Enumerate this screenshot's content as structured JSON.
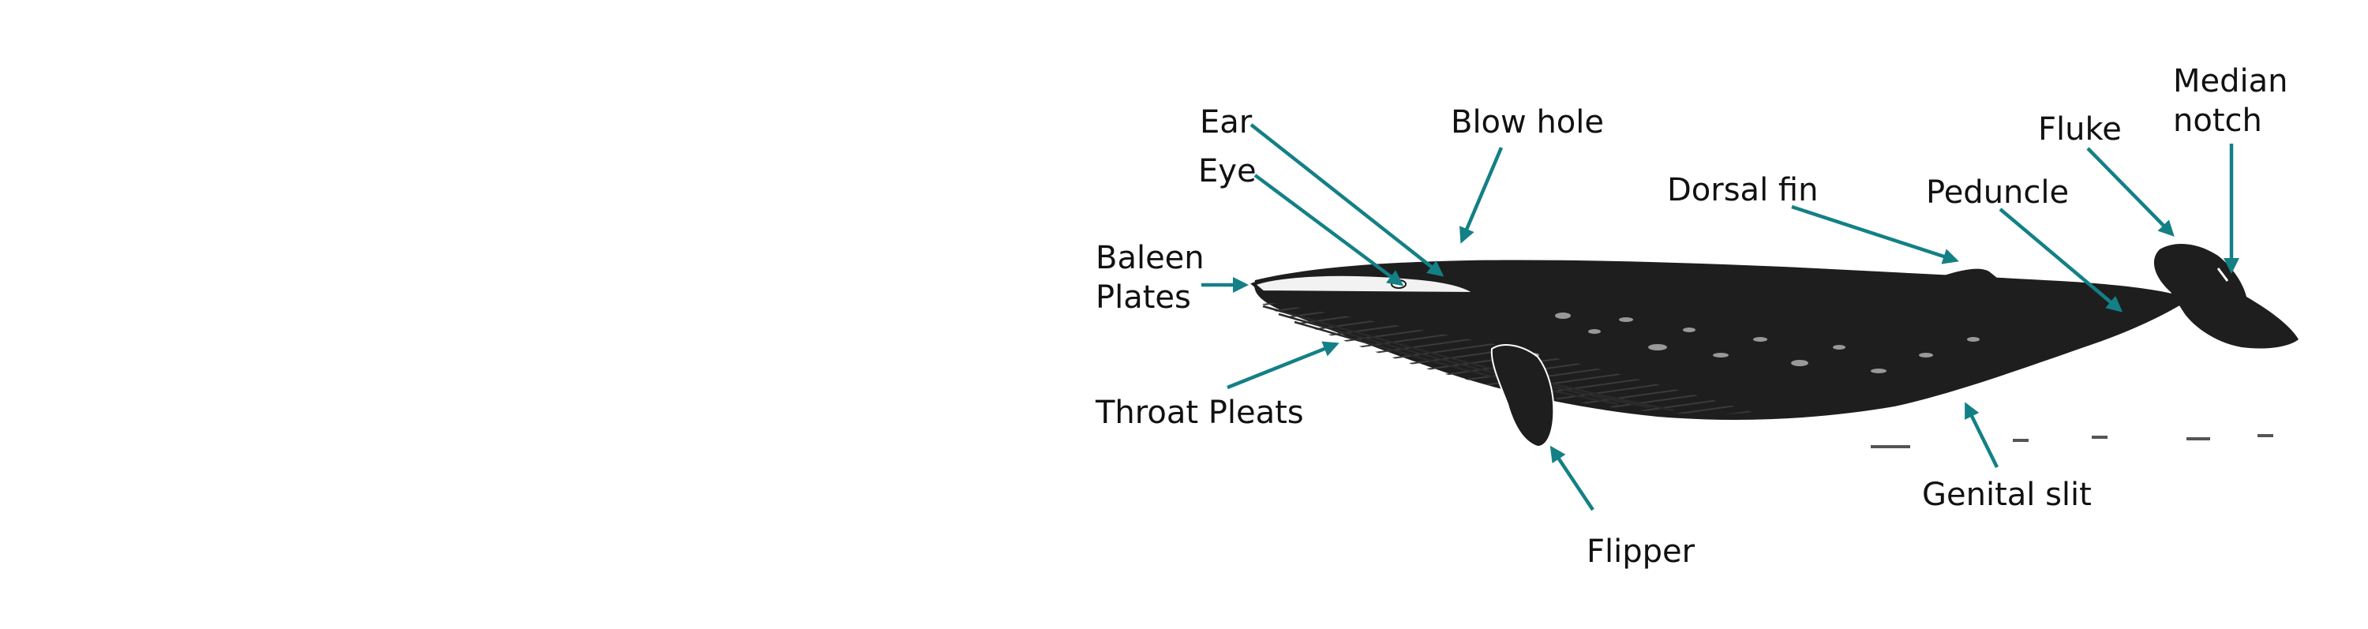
{
  "diagram": {
    "labels": {
      "ear": "Ear",
      "eye": "Eye",
      "baleen_line1": "Baleen",
      "baleen_line2": "Plates",
      "throat_pleats": "Throat Pleats",
      "blow_hole": "Blow hole",
      "dorsal_fin": "Dorsal fin",
      "peduncle": "Peduncle",
      "fluke": "Fluke",
      "median_notch_line1": "Median",
      "median_notch_line2": "notch",
      "genital_slit": "Genital slit",
      "flipper": "Flipper"
    },
    "colors": {
      "arrow": "#138086",
      "whale_body": "#1e1e1e",
      "text": "#111111"
    }
  }
}
